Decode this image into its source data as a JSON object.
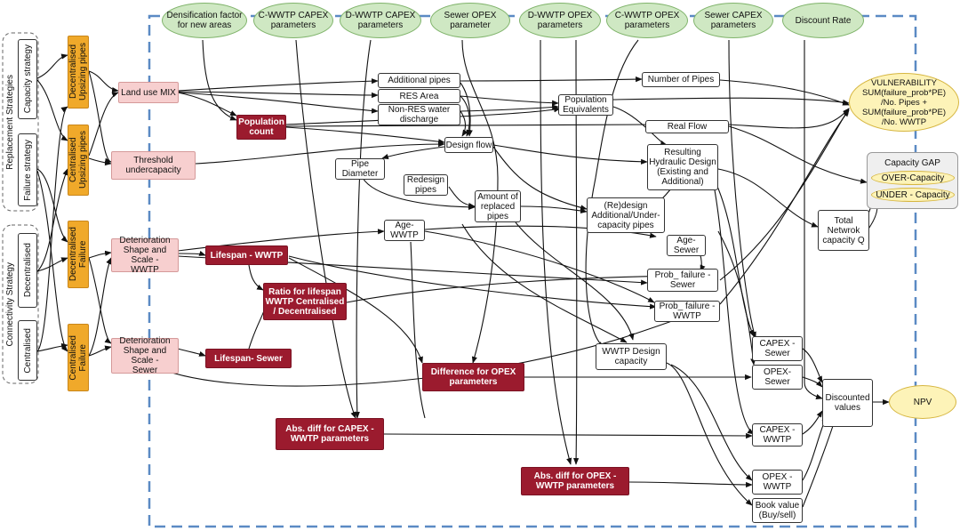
{
  "colors": {
    "green": "#cfe8c3",
    "yellow": "#fdf3b8",
    "pink": "#f7cfcf",
    "red": "#9b1b2e",
    "orange": "#f0a92a",
    "boundary": "#5b8ac4"
  },
  "groups": {
    "replacement": "Replacement  Strategies",
    "connectivity": "Connectivity Strategy"
  },
  "strategies": {
    "capacity": "Capacity strategy",
    "failure": "Failure strategy",
    "decentralised": "Decentralised",
    "centralised": "Centralised"
  },
  "options": {
    "dec_upsizing": "Decentralised\nUpsizing pipes",
    "cen_upsizing": "Centralised\nUpsizing pipes",
    "dec_failure": "Decentralised\nFailure",
    "cen_failure": "Centralised\nFailure"
  },
  "parameters": {
    "densification": "Densification factor\nfor new areas",
    "c_wwtp_capex": "C-WWTP CAPEX\nparameters",
    "d_wwtp_capex": "D-WWTP CAPEX\nparameters",
    "sewer_opex": "Sewer OPEX\nparameter",
    "d_wwtp_opex": "D-WWTP OPEX\nparameters",
    "c_wwtp_opex": "C-WWTP OPEX\nparameters",
    "sewer_capex": "Sewer CAPEX\nparameters",
    "discount_rate": "Discount Rate"
  },
  "inputs": {
    "land_use": "Land use MIX",
    "threshold": "Threshold\nundercapacity",
    "det_wwtp": "Deterioration\nShape and Scale -\nWWTP",
    "det_sewer": "Deterioration\nShape and Scale -\nSewer"
  },
  "derived": {
    "population_count": "Population\ncount",
    "lifespan_wwtp": "Lifespan - WWTP",
    "ratio_lifespan": "Ratio for lifespan\nWWTP Centralised\n/ Decentralised",
    "lifespan_sewer": "Lifespan- Sewer",
    "diff_opex": "Difference for OPEX\nparameters",
    "abs_capex": "Abs. diff for CAPEX -\nWWTP parameters",
    "abs_opex": "Abs. diff for OPEX -\nWWTP parameters"
  },
  "variables": {
    "additional_pipes": "Additional pipes",
    "res_area": "RES Area",
    "non_res": "Non-RES water\ndischarge",
    "pop_equiv": "Population\nEquivalents",
    "number_pipes": "Number of Pipes",
    "real_flow": "Real Flow",
    "design_flow": "Design flow",
    "pipe_diameter": "Pipe\nDiameter",
    "redesign_pipes": "Redesign\npipes",
    "amount_replaced": "Amount of\nreplaced\npipes",
    "resulting_design": "Resulting\nHydraulic Design\n(Existing and\nAdditional)",
    "redesign_add": "(Re)design\nAdditional/Under-\ncapacity pipes",
    "age_wwtp": "Age-\nWWTP",
    "age_sewer": "Age-\nSewer",
    "prob_sewer": "Prob_ failure -\nSewer",
    "prob_wwtp": "Prob_ failure -\nWWTP",
    "wwtp_design": "WWTP Design\ncapacity",
    "total_capacity": "Total\nNetwrok\ncapacity Q",
    "capex_sewer": "CAPEX -\nSewer",
    "opex_sewer": "OPEX-\nSewer",
    "capex_wwtp": "CAPEX -\nWWTP",
    "opex_wwtp": "OPEX -\nWWTP",
    "book_value": "Book value\n(Buy/sell)",
    "discounted": "Discounted\nvalues"
  },
  "outputs": {
    "vulnerability": "VULNERABILITY\nSUM(failure_prob*PE)\n/No. Pipes +\nSUM(failure_prob*PE)\n/No. WWTP",
    "capacity_gap": "Capacity GAP",
    "over": "OVER-Capacity",
    "under": "UNDER - Capacity",
    "npv": "NPV"
  }
}
